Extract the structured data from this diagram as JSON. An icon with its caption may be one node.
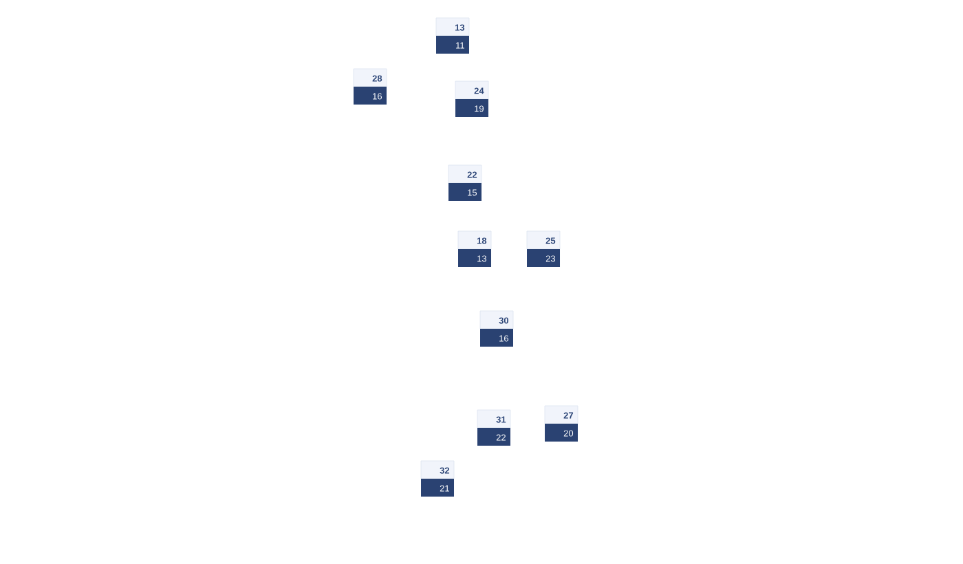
{
  "diagram": {
    "nodes": [
      {
        "text": [
          "13",
          "11"
        ]
      },
      {
        "text": [
          "28",
          "16"
        ]
      },
      {
        "text": [
          "24",
          "19"
        ]
      },
      {
        "text": [
          "22",
          "15"
        ]
      },
      {
        "text": [
          "18",
          "13"
        ]
      },
      {
        "text": [
          "25",
          "23"
        ]
      },
      {
        "text": [
          "30",
          "16"
        ]
      },
      {
        "text": [
          "31",
          "22"
        ]
      },
      {
        "text": [
          "27",
          "20"
        ]
      },
      {
        "text": [
          "32",
          "21"
        ]
      }
    ]
  }
}
